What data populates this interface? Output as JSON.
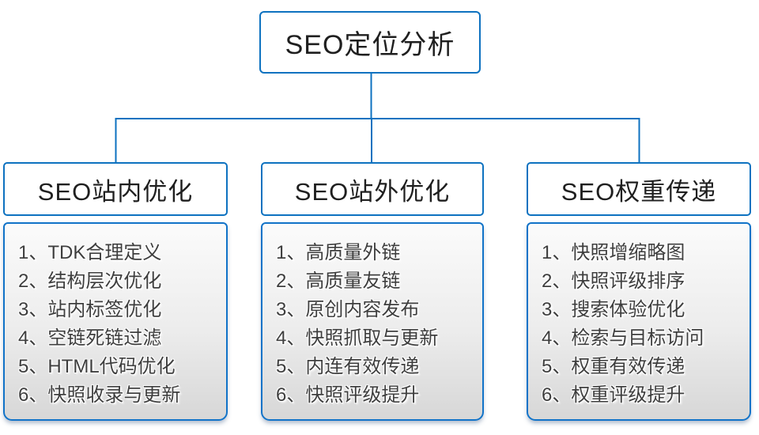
{
  "diagram": {
    "root": {
      "label": "SEO定位分析"
    },
    "branches": [
      {
        "title": "SEO站内优化",
        "items": [
          "1、TDK合理定义",
          "2、结构层次优化",
          "3、站内标签优化",
          "4、空链死链过滤",
          "5、HTML代码优化",
          "6、快照收录与更新"
        ]
      },
      {
        "title": "SEO站外优化",
        "items": [
          "1、高质量外链",
          "2、高质量友链",
          "3、原创内容发布",
          "4、快照抓取与更新",
          "5、内连有效传递",
          "6、快照评级提升"
        ]
      },
      {
        "title": "SEO权重传递",
        "items": [
          "1、快照增缩略图",
          "2、快照评级排序",
          "3、搜索体验优化",
          "4、检索与目标访问",
          "5、权重有效传递",
          "6、权重评级提升"
        ]
      }
    ],
    "colors": {
      "line_blue": "#0e72c0",
      "list_border_blue": "#1173c8",
      "title_text": "#1f1f1f",
      "item_text": "#3e3e3e",
      "list_gradient_top": "#fbfbfb",
      "list_gradient_bottom": "#d7d7d7"
    }
  }
}
